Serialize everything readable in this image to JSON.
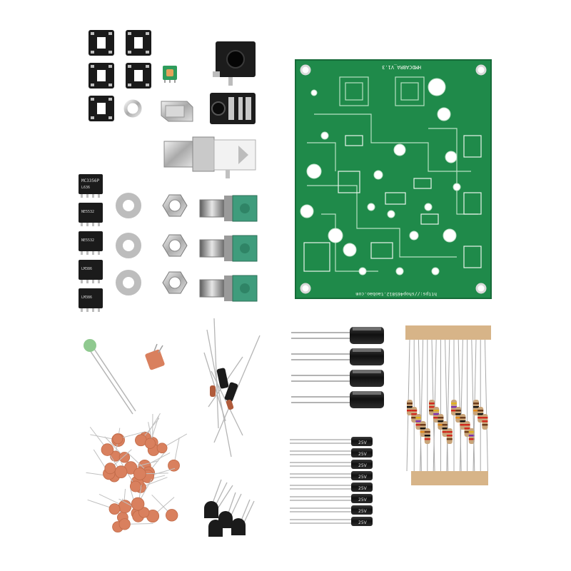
{
  "photo": {
    "subject": "DIY shortwave receiver kit parts",
    "background_color": "#ffffff"
  },
  "pcb": {
    "color": "#1f8a4a",
    "top_label": "HMDCABRA_V1.3",
    "url_label": "https://shop465812.taobao.com"
  },
  "ic_chips": {
    "count": 5,
    "markings": [
      "MC3356P",
      "",
      "",
      "",
      ""
    ]
  },
  "electrolytic_caps": {
    "large_count": 4,
    "small_count": 8,
    "small_voltage_label": "25V"
  },
  "resistor_bands": {
    "count": 18
  },
  "colors": {
    "pcb_green": "#1f8a4a",
    "silkscreen": "#f4f8ef",
    "ceramic_cap": "#d9805e",
    "potentiometer_green": "#3f9c7c",
    "ic_black": "#1b1b1b",
    "resistor_tan": "#c9a57a"
  }
}
